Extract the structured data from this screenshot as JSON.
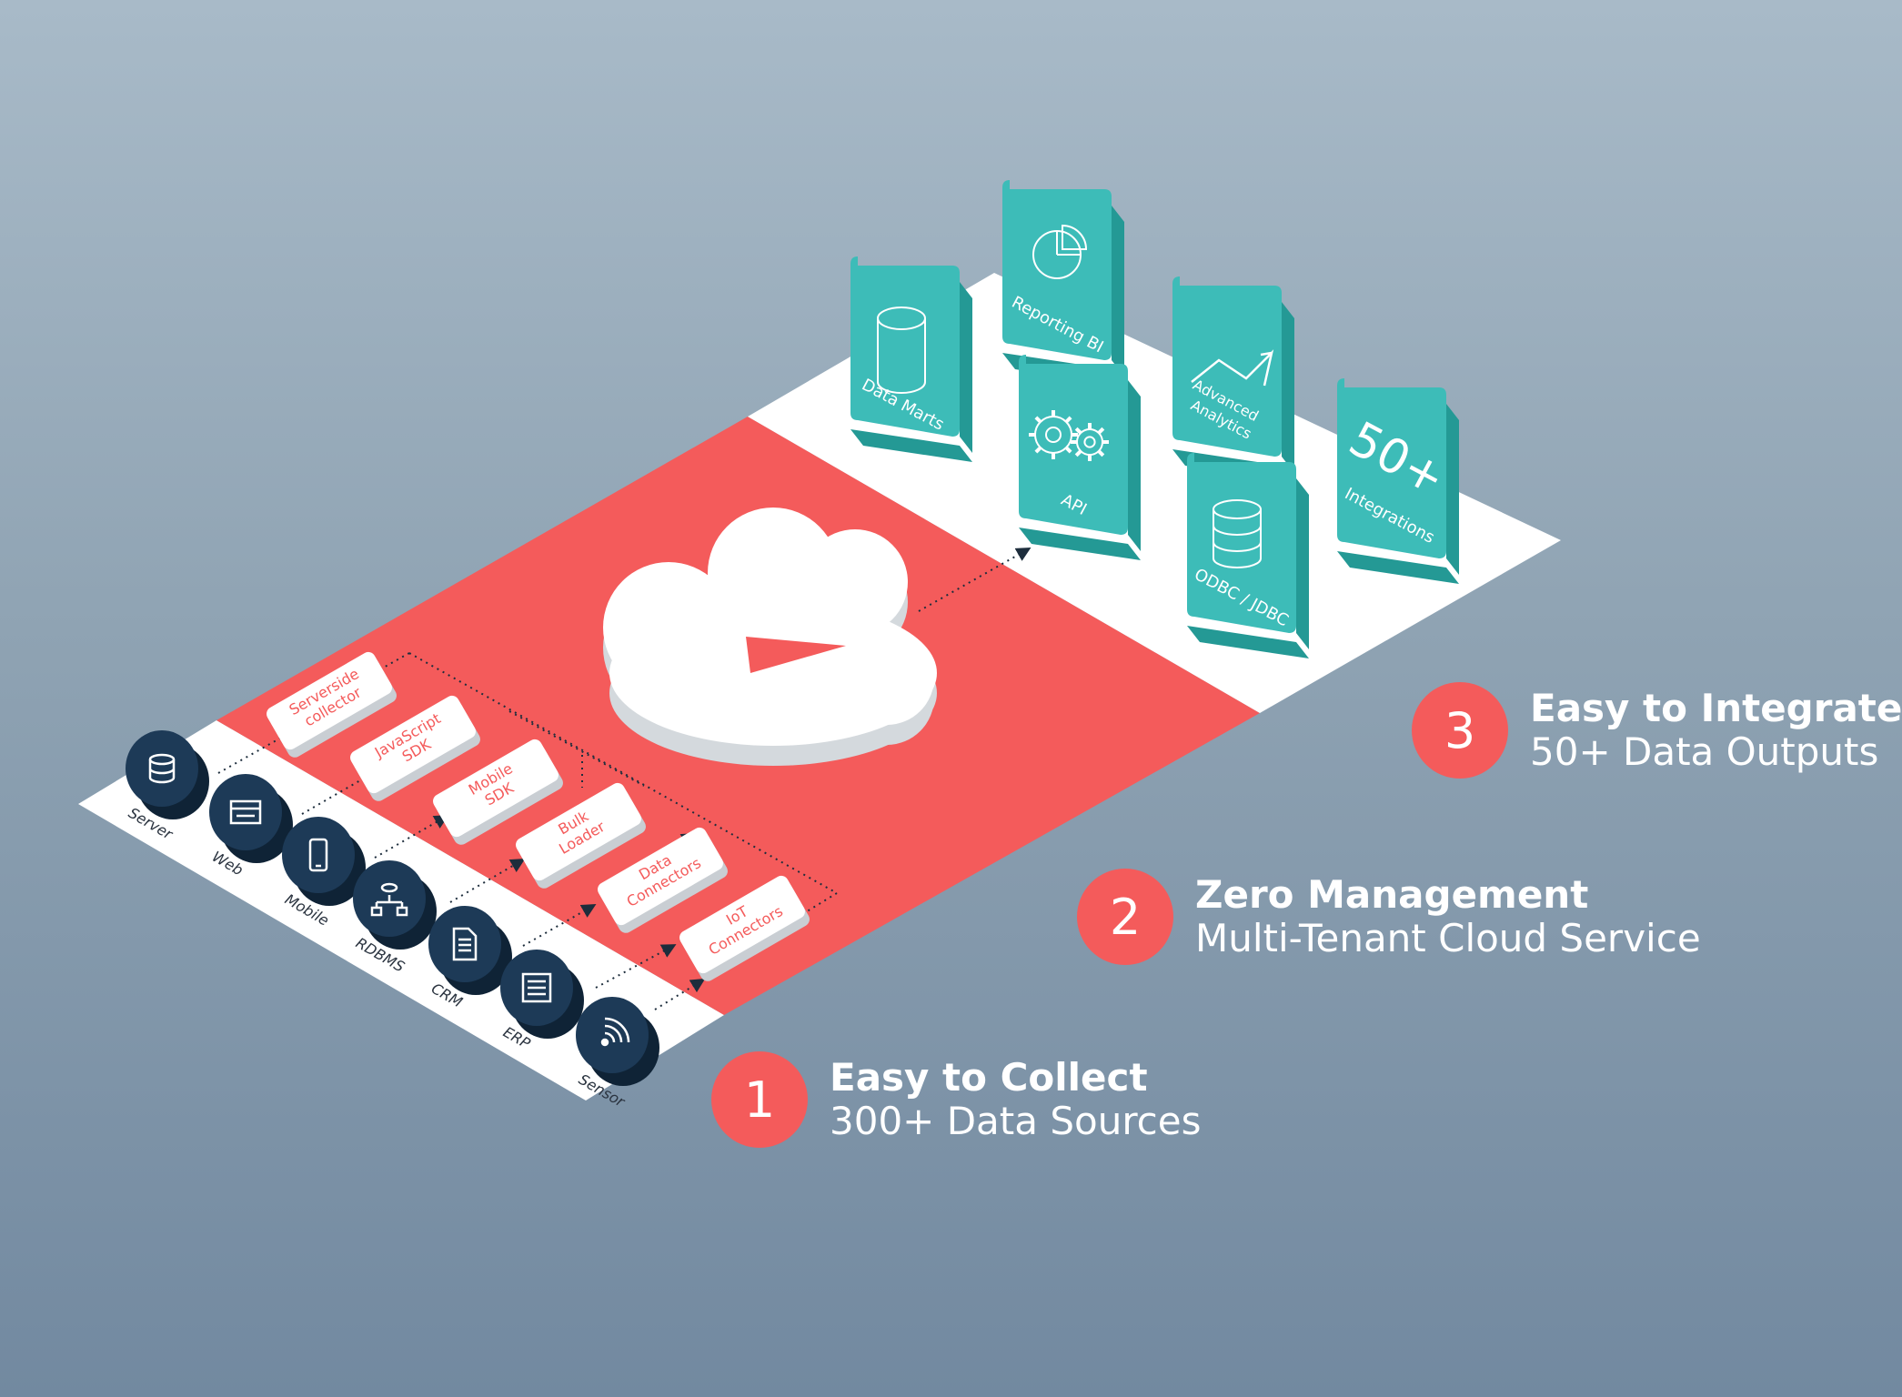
{
  "sources": [
    "Server",
    "Web",
    "Mobile",
    "RDBMS",
    "CRM",
    "ERP",
    "Sensor"
  ],
  "collectors": [
    [
      "Serverside",
      "collector"
    ],
    [
      "JavaScript",
      "SDK"
    ],
    [
      "Mobile",
      "SDK"
    ],
    [
      "Bulk",
      "Loader"
    ],
    [
      "Data",
      "Connectors"
    ],
    [
      "IoT",
      "Connectors"
    ]
  ],
  "outputs": {
    "data_marts": "Data Marts",
    "reporting_bi": "Reporting BI",
    "advanced_analytics_1": "Advanced",
    "advanced_analytics_2": "Analytics",
    "api": "API",
    "integrations_big": "50+",
    "integrations": "Integrations",
    "odbc": "ODBC / JDBC"
  },
  "steps": [
    {
      "num": "1",
      "title": "Easy to Collect",
      "sub": "300+ Data Sources"
    },
    {
      "num": "2",
      "title": "Zero Management",
      "sub": "Multi-Tenant Cloud Service"
    },
    {
      "num": "3",
      "title": "Easy to Integrate",
      "sub": "50+ Data Outputs"
    }
  ],
  "colors": {
    "red": "#f45b5b",
    "teal": "#3dbcb8",
    "teal_dark": "#249995",
    "navy": "#1d3a57",
    "white": "#ffffff"
  }
}
